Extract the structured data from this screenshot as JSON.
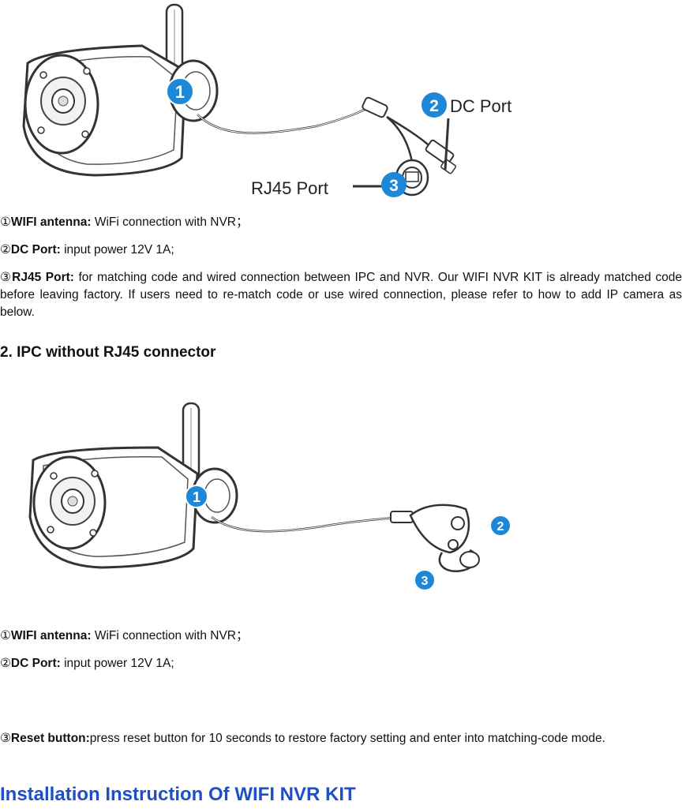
{
  "figure1": {
    "callouts": [
      {
        "num": "1"
      },
      {
        "num": "2",
        "label": "DC Port"
      },
      {
        "num": "3",
        "label": "RJ45 Port"
      }
    ]
  },
  "section1": {
    "items": [
      {
        "marker": "①",
        "term": "WIFI antenna:",
        "desc": " WiFi connection with NVR；"
      },
      {
        "marker": "②",
        "term": "DC Port:",
        "desc": " input power 12V 1A;"
      },
      {
        "marker": "③",
        "term": "RJ45 Port:",
        "desc": " for matching code and wired connection between IPC and NVR. Our WIFI NVR KIT is already matched code before leaving factory. If users need to re-match code or use wired connection, please refer to how to add IP camera as below."
      }
    ]
  },
  "heading2": "2. IPC without RJ45 connector",
  "figure2": {
    "callouts": [
      {
        "num": "1"
      },
      {
        "num": "2"
      },
      {
        "num": "3"
      }
    ]
  },
  "section2": {
    "items": [
      {
        "marker": "①",
        "term": "WIFI antenna:",
        "desc": " WiFi connection with NVR；"
      },
      {
        "marker": "②",
        "term": "DC Port:",
        "desc": " input power 12V 1A;"
      },
      {
        "marker": "③",
        "term": "Reset button:",
        "desc": "press reset button for 10 seconds to restore factory setting and enter into matching-code mode."
      }
    ]
  },
  "heading1": "Installation Instruction Of WIFI NVR KIT",
  "colors": {
    "badge": "#1e88d8",
    "heading": "#1f4fc4"
  }
}
